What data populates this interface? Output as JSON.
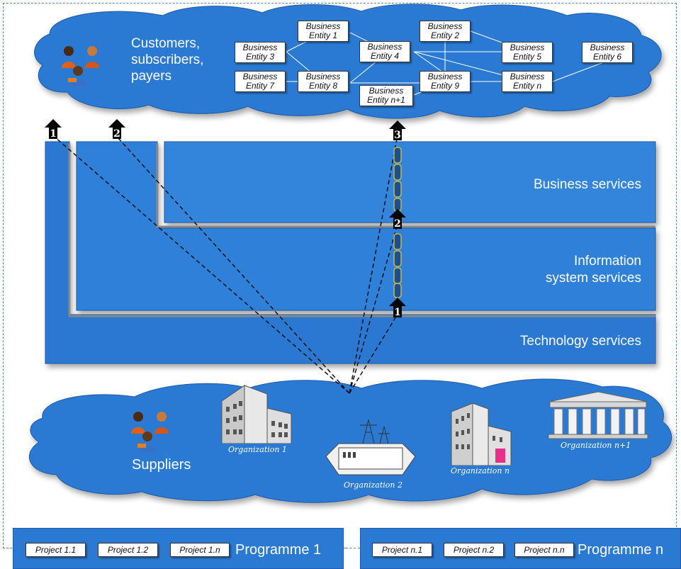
{
  "customers_cloud": {
    "label": "Customers, subscribers, payers",
    "label_lines": [
      "Customers,",
      "subscribers,",
      "payers"
    ]
  },
  "entities": [
    {
      "id": "e1",
      "line1": "Business",
      "line2": "Entity 1"
    },
    {
      "id": "e2",
      "line1": "Business",
      "line2": "Entity 2"
    },
    {
      "id": "e3",
      "line1": "Business",
      "line2": "Entity 3"
    },
    {
      "id": "e4",
      "line1": "Business",
      "line2": "Entity 4"
    },
    {
      "id": "e5",
      "line1": "Business",
      "line2": "Entity 5"
    },
    {
      "id": "e6",
      "line1": "Business",
      "line2": "Entity 6"
    },
    {
      "id": "e7",
      "line1": "Business",
      "line2": "Entity 7"
    },
    {
      "id": "e8",
      "line1": "Business",
      "line2": "Entity 8"
    },
    {
      "id": "e9",
      "line1": "Business",
      "line2": "Entity 9"
    },
    {
      "id": "en",
      "line1": "Business",
      "line2": "Entity n"
    },
    {
      "id": "en1",
      "line1": "Business",
      "line2": "Entity n+1"
    }
  ],
  "services": {
    "business": "Business services",
    "information_lines": [
      "Information",
      "system services"
    ],
    "technology": "Technology services"
  },
  "arrows": {
    "left_1": "1",
    "left_2": "2",
    "chain_top": "3",
    "chain_mid": "2",
    "chain_bottom": "1"
  },
  "suppliers_cloud": {
    "label": "Suppliers",
    "organizations": [
      "Organization 1",
      "Organization 2",
      "Organization n",
      "Organization n+1"
    ]
  },
  "programmes": [
    {
      "label": "Programme 1",
      "projects": [
        "Project 1.1",
        "Project 1.2",
        "Project 1.n"
      ]
    },
    {
      "label": "Programme n",
      "projects": [
        "Project n.1",
        "Project n.2",
        "Project n.n"
      ]
    }
  ],
  "colors": {
    "cloud_blue": "#2a7ad4",
    "service_blue": "#2f80d8",
    "accent_pink": "#e8308a"
  }
}
